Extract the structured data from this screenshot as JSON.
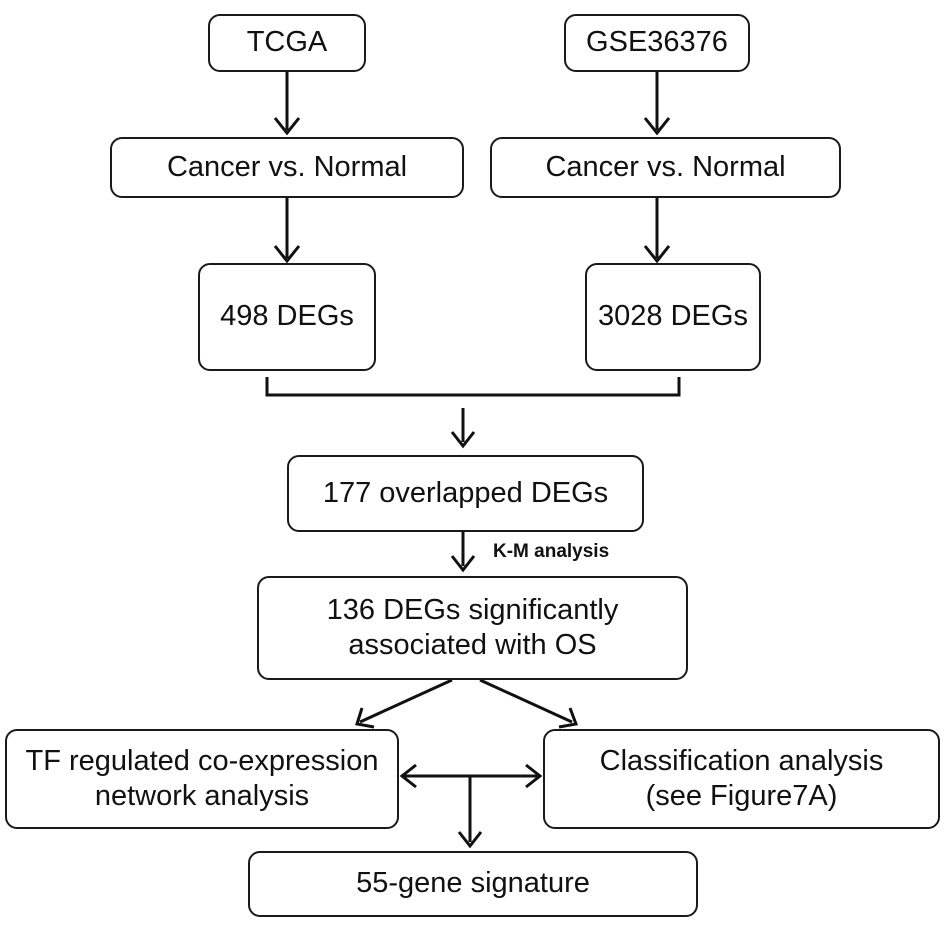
{
  "nodes": {
    "tcga": "TCGA",
    "gse": "GSE36376",
    "cmp_left": "Cancer  vs. Normal",
    "cmp_right": "Cancer  vs. Normal",
    "degs_left": "498 DEGs",
    "degs_right": "3028 DEGs",
    "overlap": "177 overlapped DEGs",
    "os_line1": "136 DEGs significantly",
    "os_line2": "associated with OS",
    "tf_line1": "TF regulated co-expression",
    "tf_line2": "network analysis",
    "cls_line1": "Classification analysis",
    "cls_line2": "(see Figure7A)",
    "signature": "55-gene signature"
  },
  "edge_labels": {
    "km": "K-M analysis"
  }
}
